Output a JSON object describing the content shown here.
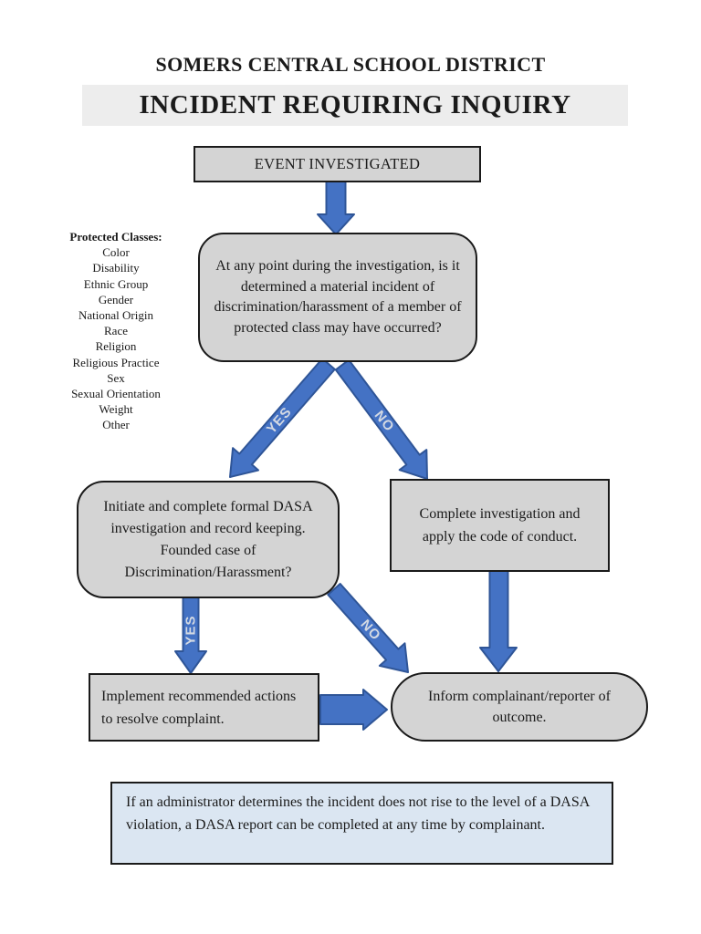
{
  "header": {
    "district": "SOMERS CENTRAL SCHOOL DISTRICT",
    "title": "INCIDENT REQUIRING INQUIRY"
  },
  "sidebar": {
    "heading": "Protected Classes:",
    "items": [
      "Color",
      "Disability",
      "Ethnic Group",
      "Gender",
      "National Origin",
      "Race",
      "Religion",
      "Religious Practice",
      "Sex",
      "Sexual Orientation",
      "Weight",
      "Other"
    ]
  },
  "flowchart": {
    "nodes": {
      "event": "EVENT INVESTIGATED",
      "decision_investigation": "At any point during the investigation, is it determined a material incident of discrimination/harassment of a member of protected class may have occurred?",
      "dasa_investigation": "Initiate and complete formal DASA investigation and record keeping. Founded case of Discrimination/Harassment?",
      "code_of_conduct": "Complete investigation and apply the code of conduct.",
      "implement_actions": "Implement recommended actions to resolve complaint.",
      "inform_outcome": "Inform complainant/reporter of outcome."
    },
    "labels": {
      "yes1": "YES",
      "no1": "NO",
      "yes2": "YES",
      "no2": "NO"
    }
  },
  "note": "If an administrator determines the incident does not rise to the level of a DASA violation, a DASA report can be completed at any time by complainant.",
  "colors": {
    "arrow_fill": "#4472C4",
    "arrow_outline": "#2F5597",
    "node_fill": "#D4D4D4",
    "node_border": "#1A1A1A",
    "note_fill": "#DBE6F2",
    "title_band_fill": "#EDEDED",
    "arrow_label_text": "#D3D9E3"
  }
}
